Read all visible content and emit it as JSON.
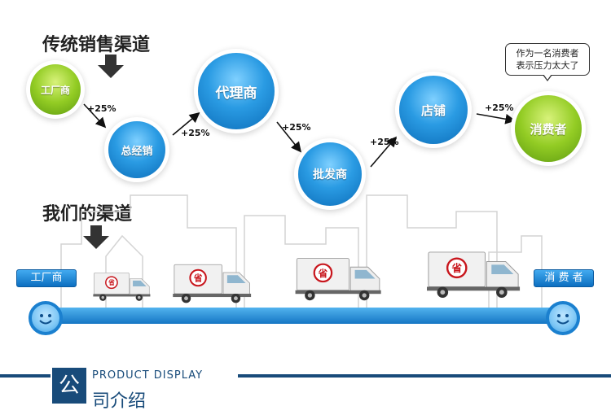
{
  "headings": {
    "traditional": "传统销售渠道",
    "ours": "我们的渠道"
  },
  "traditional_chain": {
    "nodes": [
      {
        "label": "工厂商",
        "color": "green"
      },
      {
        "label": "总经销",
        "color": "blue"
      },
      {
        "label": "代理商",
        "color": "blue"
      },
      {
        "label": "批发商",
        "color": "blue"
      },
      {
        "label": "店铺",
        "color": "blue"
      },
      {
        "label": "消费者",
        "color": "green"
      }
    ],
    "markups": [
      "+25%",
      "+25%",
      "+25%",
      "+25%",
      "+25%"
    ]
  },
  "speech_bubble": {
    "line1": "作为一名消费者",
    "line2": "表示压力太大了"
  },
  "our_chain": {
    "start_label": "工厂商",
    "end_label": "消 费 者",
    "truck_badge": "省",
    "truck_count": 4
  },
  "footer": {
    "icon_char": "公",
    "english": "PRODUCT DISPLAY",
    "chinese": "司介绍"
  },
  "colors": {
    "blue_node": "#1a86d4",
    "green_node": "#8cc63f",
    "road": "#1576c4",
    "footer": "#184b7a",
    "badge_red": "#c8161d"
  }
}
